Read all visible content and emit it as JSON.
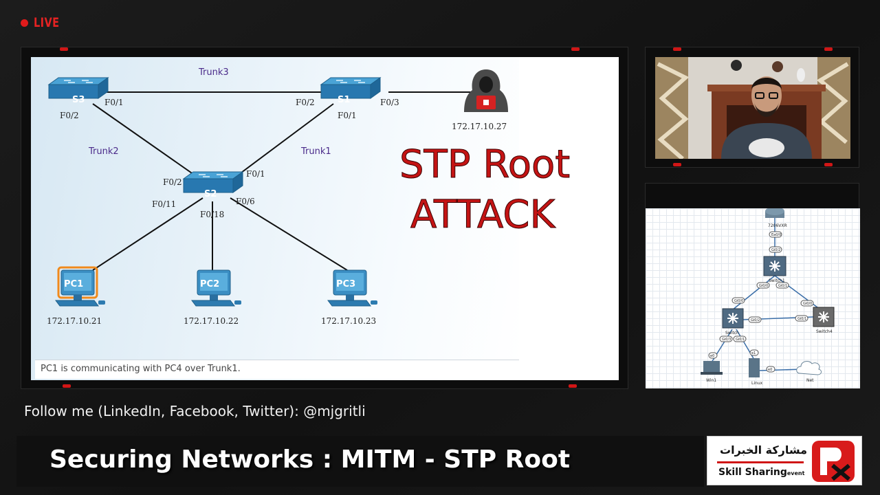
{
  "live_label": "LIVE",
  "slide": {
    "links": {
      "trunk1": "Trunk1",
      "trunk2": "Trunk2",
      "trunk3": "Trunk3"
    },
    "switches": {
      "s1": "S1",
      "s2": "S2",
      "s3": "S3"
    },
    "ports": {
      "s3_f01": "F0/1",
      "s3_f02": "F0/2",
      "s1_f02": "F0/2",
      "s1_f03": "F0/3",
      "s1_f01": "F0/1",
      "s2_f02": "F0/2",
      "s2_f01": "F0/1",
      "s2_f011": "F0/11",
      "s2_f06": "F0/6",
      "s2_f018": "F0/18"
    },
    "pcs": {
      "pc1": "PC1",
      "pc2": "PC2",
      "pc3": "PC3"
    },
    "ips": {
      "pc1": "172.17.10.21",
      "pc2": "172.17.10.22",
      "pc3": "172.17.10.23",
      "attacker": "172.17.10.27"
    },
    "headline_line1": "STP Root",
    "headline_line2": "ATTACK",
    "caption": "PC1 is communicating with PC4 over Trunk1."
  },
  "topology": {
    "router": "7206VXR",
    "switch1": "Switch1",
    "switch": "Switch",
    "switch4": "Switch4",
    "win1": "Win1",
    "linux": "Linux",
    "net": "Net",
    "ports": {
      "r_e": "Ea0/0",
      "s1_up": "Gi0/2",
      "s1_l": "Gi0/0",
      "s1_r": "Gi0/1",
      "sw_up": "Gi0/0",
      "sw_r": "Gi0/2",
      "s4_up": "Gi0/0",
      "s4_l": "Gi0/1",
      "sw_d1": "Gi0/3",
      "sw_d2": "Gi0/1",
      "win_e": "e0",
      "lin_e": "e1",
      "lin_e0": "e0"
    }
  },
  "footer": {
    "follow": "Follow me (LinkedIn, Facebook, Twitter): @mjgritli",
    "title": "Securing Networks : MITM - STP Root",
    "logo_arabic": "مشاركة الخبرات",
    "logo_english": "Skill Sharing",
    "logo_sub": "event"
  },
  "colors": {
    "accent_red": "#e01b1b",
    "switch_blue": "#2a7fb6",
    "trunk_purple": "#5b3b8c"
  }
}
